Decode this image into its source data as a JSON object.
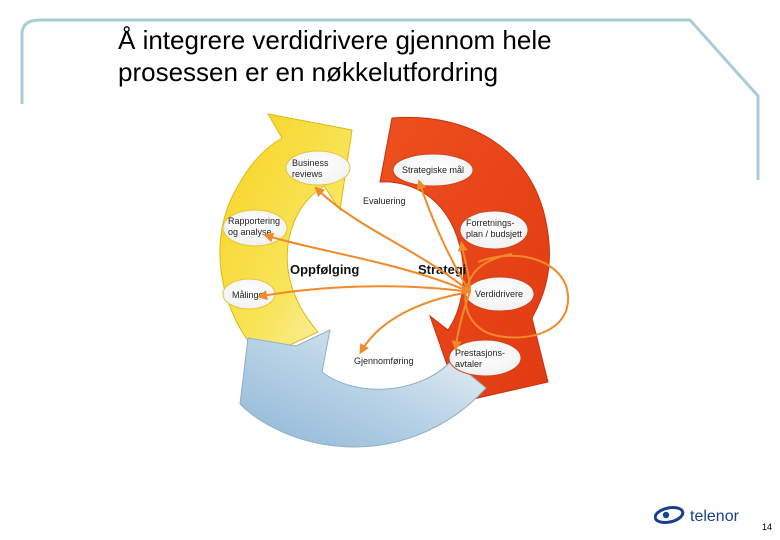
{
  "slide": {
    "title_line1": "Å integrere verdidrivere gjennom hele",
    "title_line2": "prosessen er en nøkkelutfordring",
    "page_number": "14"
  },
  "brand": {
    "name": "telenor"
  },
  "diagram": {
    "labels": {
      "business_reviews_1": "Business",
      "business_reviews_2": "reviews",
      "strategiske_mal": "Strategiske mål",
      "evaluering": "Evaluering",
      "rapportering_1": "Rapportering",
      "rapportering_2": "og analyse",
      "forretnings_1": "Forretnings-",
      "forretnings_2": "plan / budsjett",
      "oppfolging": "Oppfølging",
      "strategi": "Strategi",
      "verdidrivere": "Verdidrivere",
      "malinger": "Målinger",
      "prestasjons_1": "Prestasjons-",
      "prestasjons_2": "avtaler",
      "gjennomforing": "Gjennomføring"
    },
    "colors": {
      "yellow_arrow": "#f6d21a",
      "red_arrow": "#e9421a",
      "blue_arrow": "#9ec3de",
      "connector": "#f08a2a",
      "frame": "#a9cdd6"
    }
  }
}
